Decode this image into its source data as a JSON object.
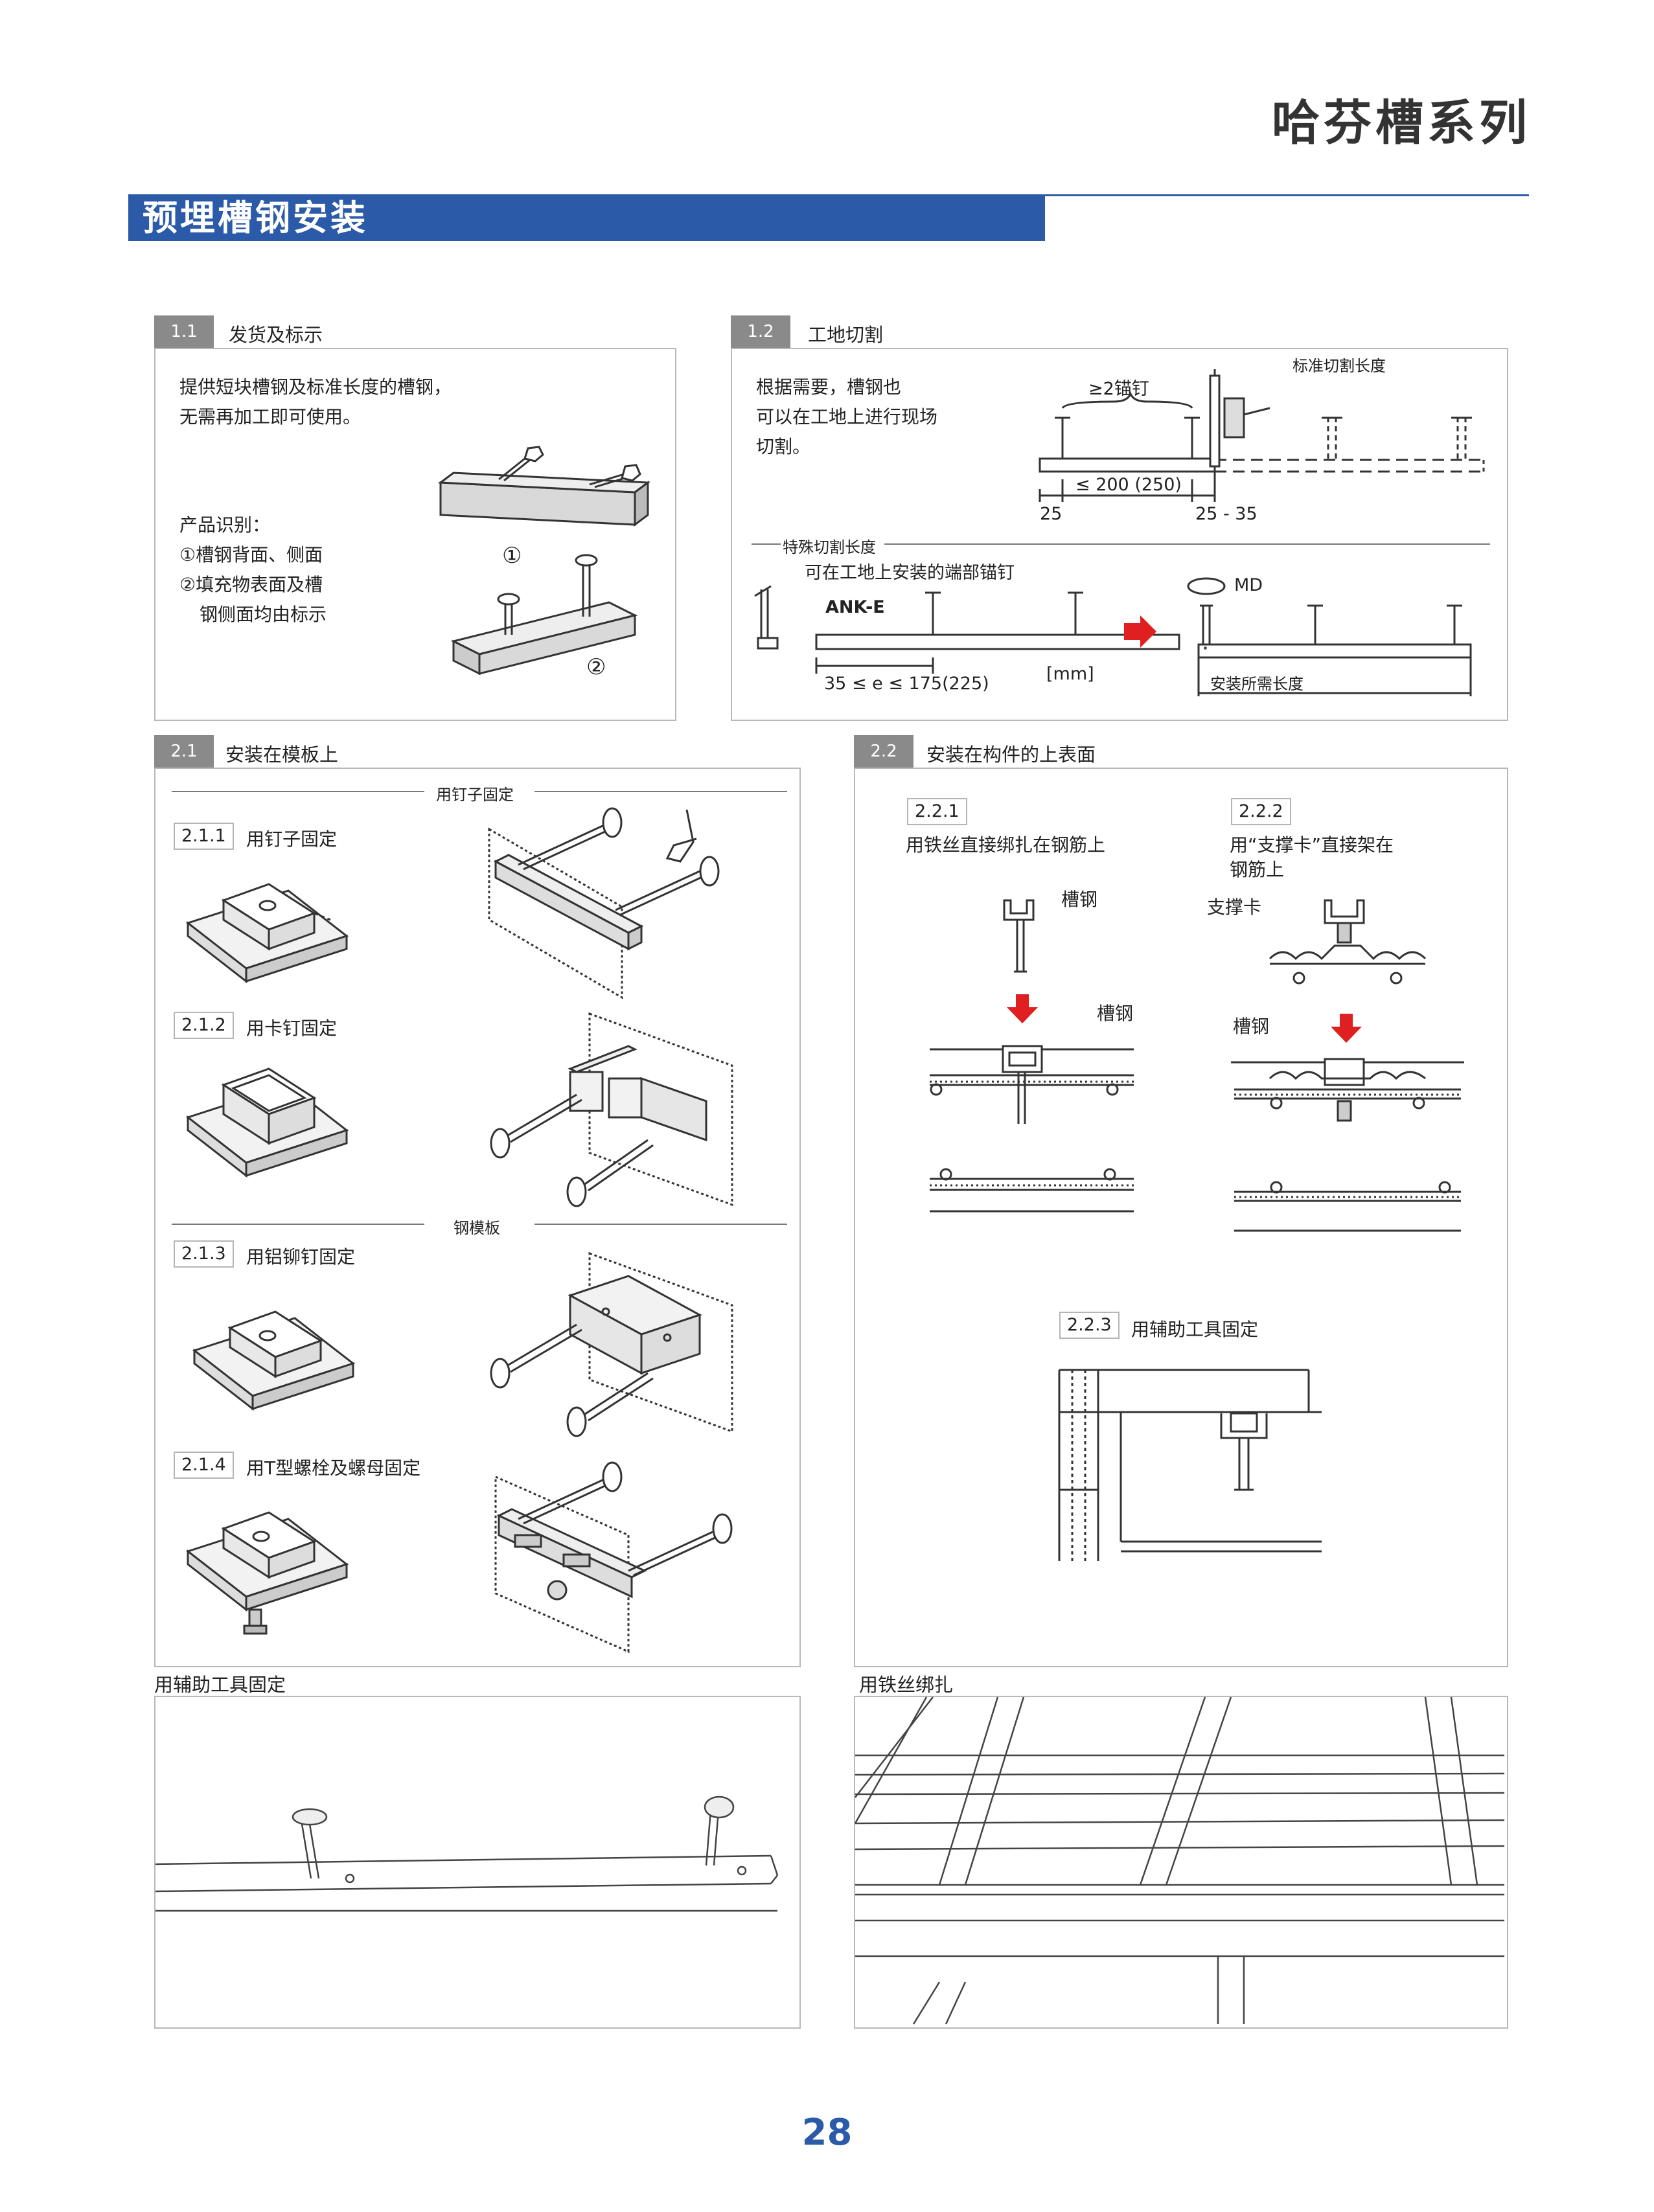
{
  "header": {
    "series_title": "哈芬槽系列",
    "section_title": "预埋槽钢安装"
  },
  "s11": {
    "num": "1.1",
    "title": "发货及标示",
    "desc1": "提供短块槽钢及标准长度的槽钢，",
    "desc2": "无需再加工即可使用。",
    "id_title": "产品识别：",
    "id1": "①槽钢背面、侧面",
    "id2": "②填充物表面及槽",
    "id3": "钢侧面均由标示",
    "mark1": "①",
    "mark2": "②"
  },
  "s12": {
    "num": "1.2",
    "title": "工地切割",
    "desc1": "根据需要，槽钢也",
    "desc2": "可以在工地上进行现场",
    "desc3": "切割。",
    "std_len": "标准切割长度",
    "anchors": "≥2锚钉",
    "dim1": "≤ 200 (250)",
    "dim2": "25",
    "dim3": "25 - 35",
    "special_len": "特殊切割长度",
    "end_anchor": "可在工地上安装的端部锚钉",
    "ank": "ANK-E",
    "e_range": "35 ≤ e ≤ 175(225)",
    "mm": "[mm]",
    "md": "MD",
    "install_len": "安装所需长度"
  },
  "s21": {
    "num": "2.1",
    "title": "安装在模板上",
    "nail_label": "用钉子固定",
    "steel_form": "钢模板",
    "items": [
      {
        "num": "2.1.1",
        "label": "用钉子固定"
      },
      {
        "num": "2.1.2",
        "label": "用卡钉固定"
      },
      {
        "num": "2.1.3",
        "label": "用铝铆钉固定"
      },
      {
        "num": "2.1.4",
        "label": "用T型螺栓及螺母固定"
      }
    ]
  },
  "s22": {
    "num": "2.2",
    "title": "安装在构件的上表面",
    "a_num": "2.2.1",
    "a_label": "用铁丝直接绑扎在钢筋上",
    "b_num": "2.2.2",
    "b_label1": "用“支撑卡”直接架在",
    "b_label2": "钢筋上",
    "channel": "槽钢",
    "channel2": "槽钢",
    "channel3": "槽钢",
    "support": "支撑卡",
    "c_num": "2.2.3",
    "c_label": "用辅助工具固定"
  },
  "photos": {
    "left_caption": "用辅助工具固定",
    "right_caption": "用铁丝绑扎"
  },
  "page_number": "28"
}
